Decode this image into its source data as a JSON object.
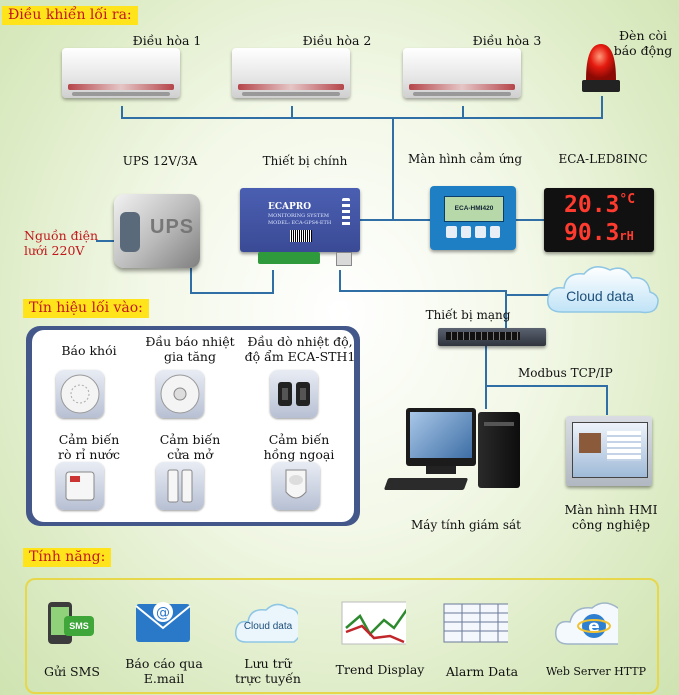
{
  "sections": {
    "outputs": "Điều khiển lối ra:",
    "inputs": "Tín hiệu lối vào:",
    "features": "Tính năng:"
  },
  "outputs": {
    "ac1": "Điều hòa 1",
    "ac2": "Điều hòa 2",
    "ac3": "Điều hòa 3",
    "alarm_light": [
      "Đèn còi",
      "báo động"
    ]
  },
  "devices": {
    "ups": "UPS 12V/3A",
    "ups_text": "UPS",
    "power": [
      "Nguồn điện",
      "lưới 220V"
    ],
    "main_unit": "Thiết bị chính",
    "main_unit_brand": "ECAPRO",
    "main_unit_sub": "MONITORING SYSTEM",
    "main_unit_model": "MODEL: ECA-GPS4-ETH",
    "touch_screen": "Màn hình cảm ứng",
    "hmi_model": "ECA-HMI420",
    "led_display": "ECA-LED8INC",
    "led_temp": "20.3",
    "led_temp_unit": "°C",
    "led_hum": "90.3",
    "led_hum_unit": "rH",
    "cloud": "Cloud data",
    "network": "Thiết bị mạng",
    "modbus": "Modbus TCP/IP",
    "pc": "Máy tính giám sát",
    "hmi": [
      "Màn hình HMI",
      "công nghiệp"
    ]
  },
  "inputs": {
    "smoke": "Báo khói",
    "heat": [
      "Đầu báo nhiệt",
      "gia tăng"
    ],
    "temp_hum": [
      "Đầu dò nhiệt độ,",
      "độ ẩm ECA-STH1"
    ],
    "water": [
      "Cảm biến",
      "rò rỉ nước"
    ],
    "door": [
      "Cảm biến",
      "cửa mở"
    ],
    "ir": [
      "Cảm biến",
      "hồng ngoại"
    ]
  },
  "features": {
    "sms": "Gửi SMS",
    "sms_icon_text": "SMS",
    "email": [
      "Báo cáo qua",
      "E.mail"
    ],
    "cloud": [
      "Lưu trữ",
      "trực tuyến"
    ],
    "cloud_icon_text": "Cloud data",
    "trend": "Trend Display",
    "alarm": "Alarm Data",
    "web": "Web Server HTTP"
  },
  "colors": {
    "tag_bg": "#ffe41c",
    "tag_text": "#c2181c",
    "link": "#2f6fa6",
    "input_panel": "#43578a"
  }
}
